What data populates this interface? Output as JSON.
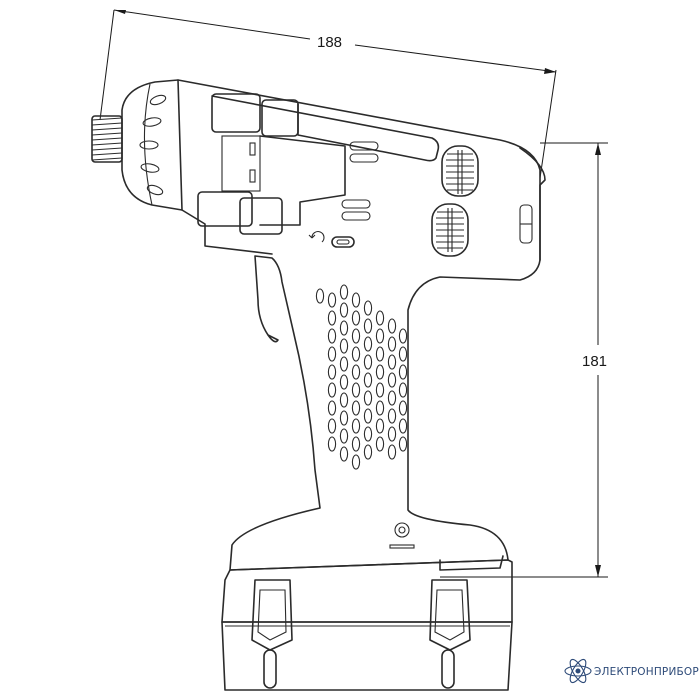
{
  "dimensions": {
    "length_label": "188",
    "height_label": "181"
  },
  "brand": {
    "name": "ЭЛЕКТРОНПРИБОР",
    "logo_color": "#2d4a78"
  },
  "colors": {
    "outline": "#2b2b2b",
    "background": "#ffffff"
  },
  "icons": {
    "rotation_symbol": "counterclockwise-arrow-icon",
    "port_symbol": "power-port-icon"
  }
}
